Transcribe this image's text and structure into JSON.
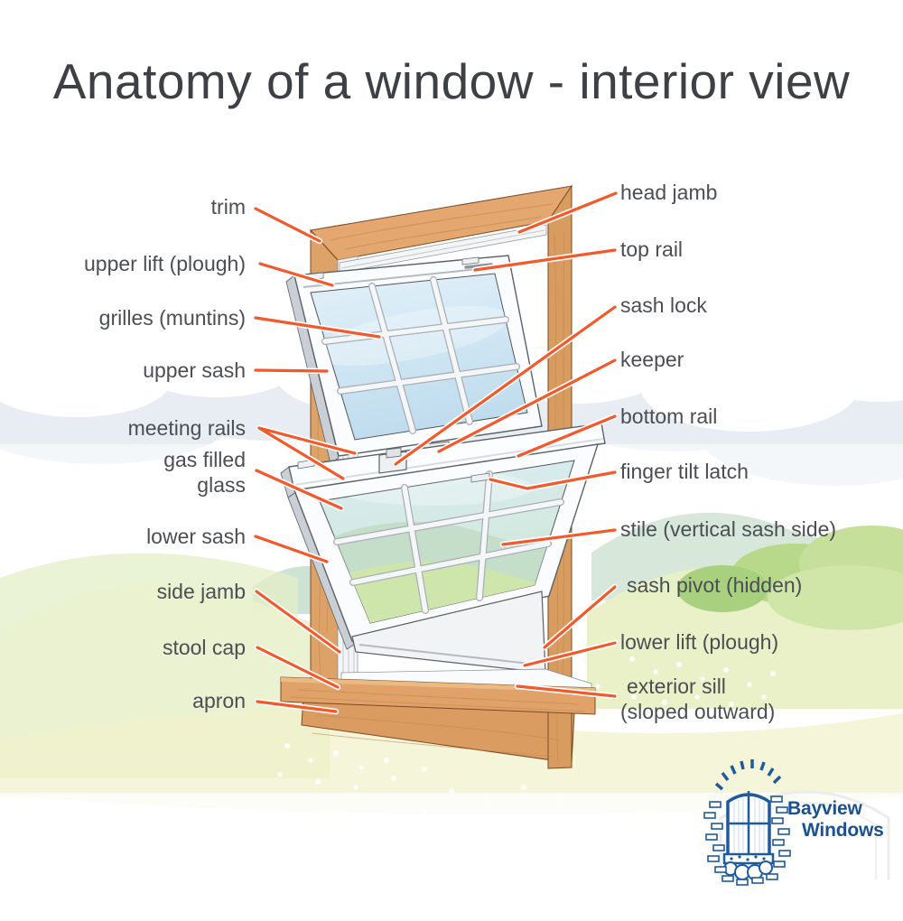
{
  "title": "Anatomy of a window - interior view",
  "diagram": {
    "left_labels": [
      {
        "text": "trim"
      },
      {
        "text": "upper lift (plough)"
      },
      {
        "text": "grilles (muntins)"
      },
      {
        "text": "upper sash"
      },
      {
        "text": "meeting rails"
      },
      {
        "line1": "gas filled",
        "line2": "glass"
      },
      {
        "text": "lower sash"
      },
      {
        "text": "side jamb"
      },
      {
        "text": "stool cap"
      },
      {
        "text": "apron"
      }
    ],
    "right_labels": [
      {
        "text": "head jamb"
      },
      {
        "text": "top rail"
      },
      {
        "text": "sash lock"
      },
      {
        "text": "keeper"
      },
      {
        "text": "bottom rail"
      },
      {
        "text": "finger tilt latch"
      },
      {
        "text": "stile (vertical sash side)"
      },
      {
        "text": "sash pivot (hidden)"
      },
      {
        "text": "lower lift (plough)"
      },
      {
        "line1": "exterior sill",
        "line2": "(sloped outward)"
      }
    ]
  },
  "logo": {
    "name_line1": "Bayview",
    "name_line2": "Windows"
  },
  "colors": {
    "leader_line": "#f2592b",
    "label_text": "#4b4e52",
    "title_text": "#3d4044",
    "wood": "#dfa066",
    "glass_blue": "#d6ebf6",
    "logo_blue": "#1e5a9c"
  }
}
